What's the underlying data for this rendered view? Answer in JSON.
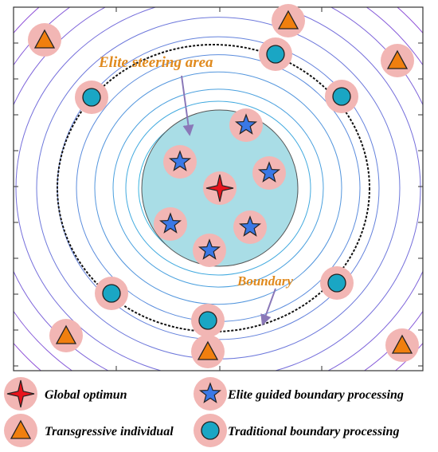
{
  "annotations": {
    "elite_area": "Elite steering area",
    "boundary": "Boundary"
  },
  "legend": {
    "global_optimum": "Global optimun",
    "elite_guided": "Elite guided boundary processing",
    "transgressive": "Transgressive individual",
    "traditional": "Traditional boundary processing"
  },
  "colors": {
    "halo": "#f2b6b4",
    "triangle": "#f07f0f",
    "traditional_circle": "#1aa6c4",
    "elite_star": "#3a78e6",
    "global_star": "#e8141c",
    "elite_area": "#a9dde6",
    "annotation": "#e08a1e",
    "arrow": "#8a78b8"
  }
}
